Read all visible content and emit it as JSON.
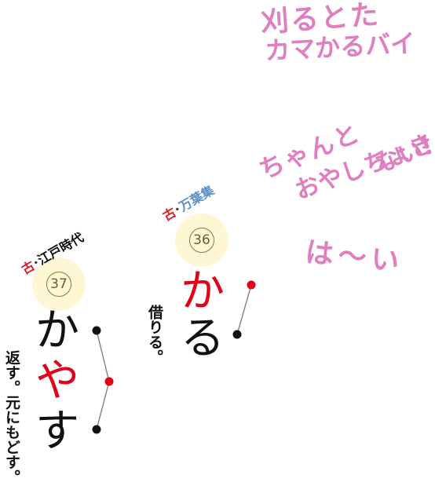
{
  "scribbles": {
    "line1": "刈るとた",
    "line2": "カマかるバイ",
    "line3": "ちゃんと",
    "line4": "おやしちょき",
    "line5": "ない!",
    "line6": "は～い"
  },
  "entry36": {
    "prefix": "古",
    "dot": "･",
    "era": "万葉集",
    "number": "36",
    "word": {
      "char1": "か",
      "char2": "る"
    },
    "meaning": "借りる。"
  },
  "entry37": {
    "prefix": "古",
    "dot": "･",
    "era": "江戸時代",
    "number": "37",
    "word": {
      "char1": "か",
      "char2": "や",
      "char3": "す"
    },
    "meaning": "返す。元にもどす。"
  },
  "colors": {
    "scribble": "#e07fc0",
    "accent_red": "#e2001a",
    "circle_bg": "#fdf7d6"
  }
}
